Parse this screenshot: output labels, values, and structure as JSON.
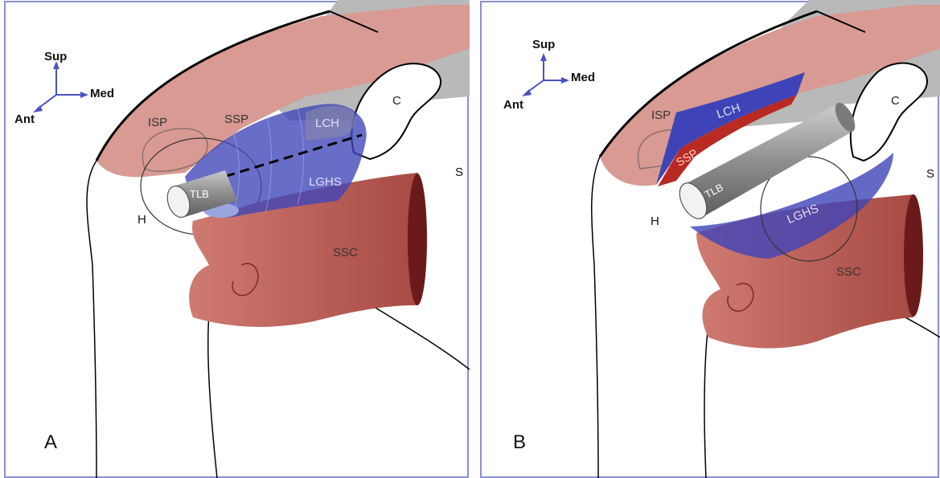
{
  "colors": {
    "muscle": "#cf7b72",
    "muscle_dark": "#8f3434",
    "muscle_tendon_end": "#6a1a1a",
    "acromion": "#d89a92",
    "bone_grey": "#b9b9b9",
    "ligament_blue": "#3e44b8",
    "ssp_red": "#b82a22",
    "tlb_grey": "#8d8d8d",
    "frame": "#8a8ed0",
    "axis_arrow": "#4a52c0"
  },
  "panels": [
    {
      "id": "A",
      "panel_letter": "A",
      "axes": {
        "sup": "Sup",
        "med": "Med",
        "ant": "Ant"
      },
      "labels": {
        "isp": "ISP",
        "ssp": "SSP",
        "lch": "LCH",
        "c": "C",
        "tlb": "TLB",
        "lghs": "LGHS",
        "h": "H",
        "s": "S",
        "ssc": "SSC"
      }
    },
    {
      "id": "B",
      "panel_letter": "B",
      "axes": {
        "sup": "Sup",
        "med": "Med",
        "ant": "Ant"
      },
      "labels": {
        "isp": "ISP",
        "ssp": "SSP",
        "lch": "LCH",
        "c": "C",
        "tlb": "TLB",
        "lghs": "LGHS",
        "h": "H",
        "s": "S",
        "ssc": "SSC"
      }
    }
  ]
}
